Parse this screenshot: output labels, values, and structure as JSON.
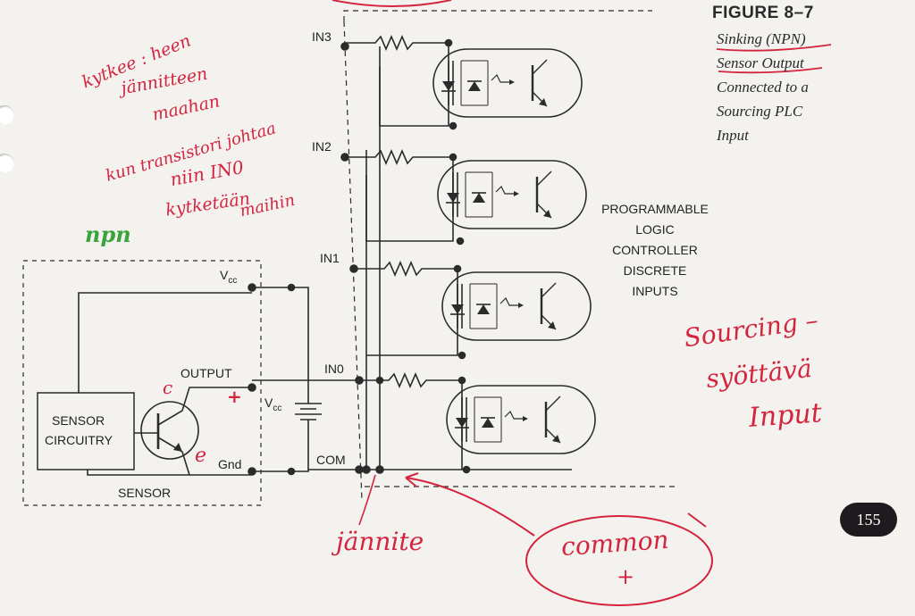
{
  "figure": {
    "number": "FIGURE 8–7",
    "caption_lines": [
      "Sinking (NPN)",
      "Sensor Output",
      "Connected to a",
      "Sourcing PLC",
      "Input"
    ]
  },
  "page_number": "155",
  "circuit": {
    "inputs": [
      "IN3",
      "IN2",
      "IN1",
      "IN0"
    ],
    "com_label": "COM",
    "plc_label": "PROGRAMMABLE\nLOGIC\nCONTROLLER\nDISCRETE\nINPUTS",
    "sensor": {
      "label": "SENSOR",
      "circuitry_label_1": "SENSOR",
      "circuitry_label_2": "CIRCUITRY",
      "vcc_label": "V",
      "vcc_sub": "cc",
      "output_label": "OUTPUT",
      "gnd_label": "Gnd"
    },
    "supply": {
      "label": "V",
      "sub": "cc"
    }
  },
  "annotations": {
    "note1": [
      "kytkee : heen",
      "jännitteen",
      "maahan"
    ],
    "note2": [
      "kun transistori johtaa",
      "niin IN0",
      "kytketään",
      "maihin"
    ],
    "npn": "npn",
    "c": "c",
    "e": "e",
    "plus": "+",
    "sourcing": [
      "Sourcing –",
      "syöttävä",
      "Input"
    ],
    "voltage": "jännite",
    "common": "common",
    "common_plus": "+"
  },
  "colors": {
    "ink_red": "#d4243e",
    "ink_green": "#3aa43a",
    "line": "#2b2b2b",
    "paper": "#f3f2ef"
  }
}
